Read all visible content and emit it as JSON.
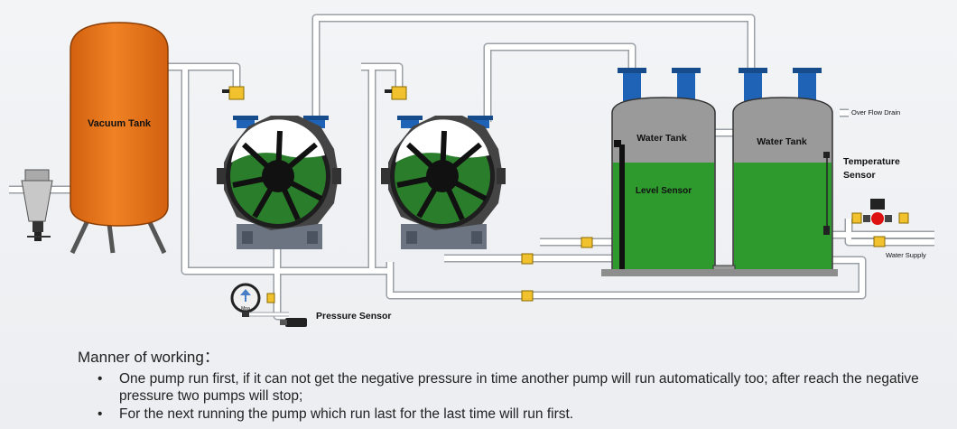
{
  "labels": {
    "vacuum_tank": "Vacuum Tank",
    "water_tank_left": "Water Tank",
    "water_tank_right": "Water Tank",
    "level_sensor": "Level Sensor",
    "temperature_sensor_line1": "Temperature",
    "temperature_sensor_line2": "Sensor",
    "over_flow_drain": "Over Flow Drain",
    "water_supply": "Water Supply",
    "pressure_sensor": "Pressure Sensor",
    "gauge_unit": "Mpa"
  },
  "notes": {
    "title": "Manner of working：",
    "items": [
      "One pump run first, if it can not get the negative pressure in time another pump will run automatically too; after reach the negative pressure two pumps will stop;",
      "For the next running the pump which run last for the last time will run first."
    ]
  },
  "colors": {
    "vacuum_tank": "#e8741a",
    "pump_water": "#1f7a1f",
    "tank_water": "#2e9a2e",
    "tank_top": "#9a9a9a",
    "flange": "#1f63b6",
    "valve": "#e8b21a",
    "pipe": "#ffffff"
  }
}
